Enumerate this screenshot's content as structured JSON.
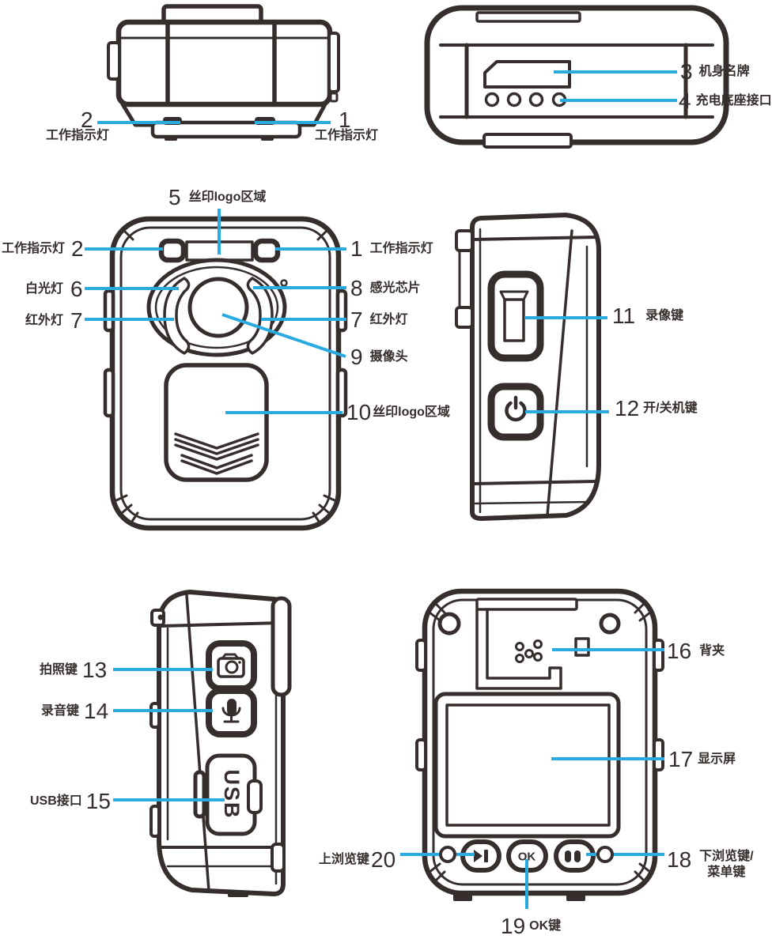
{
  "page": {
    "background": "#ffffff"
  },
  "colors": {
    "outline": "#362e2c",
    "leader_line": "#29abe2"
  },
  "device_texts": {
    "usb": "USB",
    "ok": "OK"
  },
  "callouts": [
    {
      "num": "2",
      "text": "工作指示灯"
    },
    {
      "num": "1",
      "text": "工作指示灯"
    },
    {
      "num": "3",
      "text": "机身名牌"
    },
    {
      "num": "4",
      "text": "充电底座接口"
    },
    {
      "num": "5",
      "text": "丝印logo区域"
    },
    {
      "num": "2",
      "text": "工作指示灯"
    },
    {
      "num": "1",
      "text": "工作指示灯"
    },
    {
      "num": "6",
      "text": "白光灯"
    },
    {
      "num": "8",
      "text": "感光芯片"
    },
    {
      "num": "7",
      "text": "红外灯"
    },
    {
      "num": "7",
      "text": "红外灯"
    },
    {
      "num": "9",
      "text": "摄像头"
    },
    {
      "num": "10",
      "text": "丝印logo区域"
    },
    {
      "num": "11",
      "text": "录像键"
    },
    {
      "num": "12",
      "text": "开/关机键"
    },
    {
      "num": "13",
      "text": "拍照键"
    },
    {
      "num": "14",
      "text": "录音键"
    },
    {
      "num": "15",
      "text": "USB接口"
    },
    {
      "num": "16",
      "text": "背夹"
    },
    {
      "num": "17",
      "text": "显示屏"
    },
    {
      "num": "18",
      "text": "下浏览键/",
      "text2": "菜单键"
    },
    {
      "num": "19",
      "text": "OK键"
    },
    {
      "num": "20",
      "text": "上浏览键"
    }
  ]
}
